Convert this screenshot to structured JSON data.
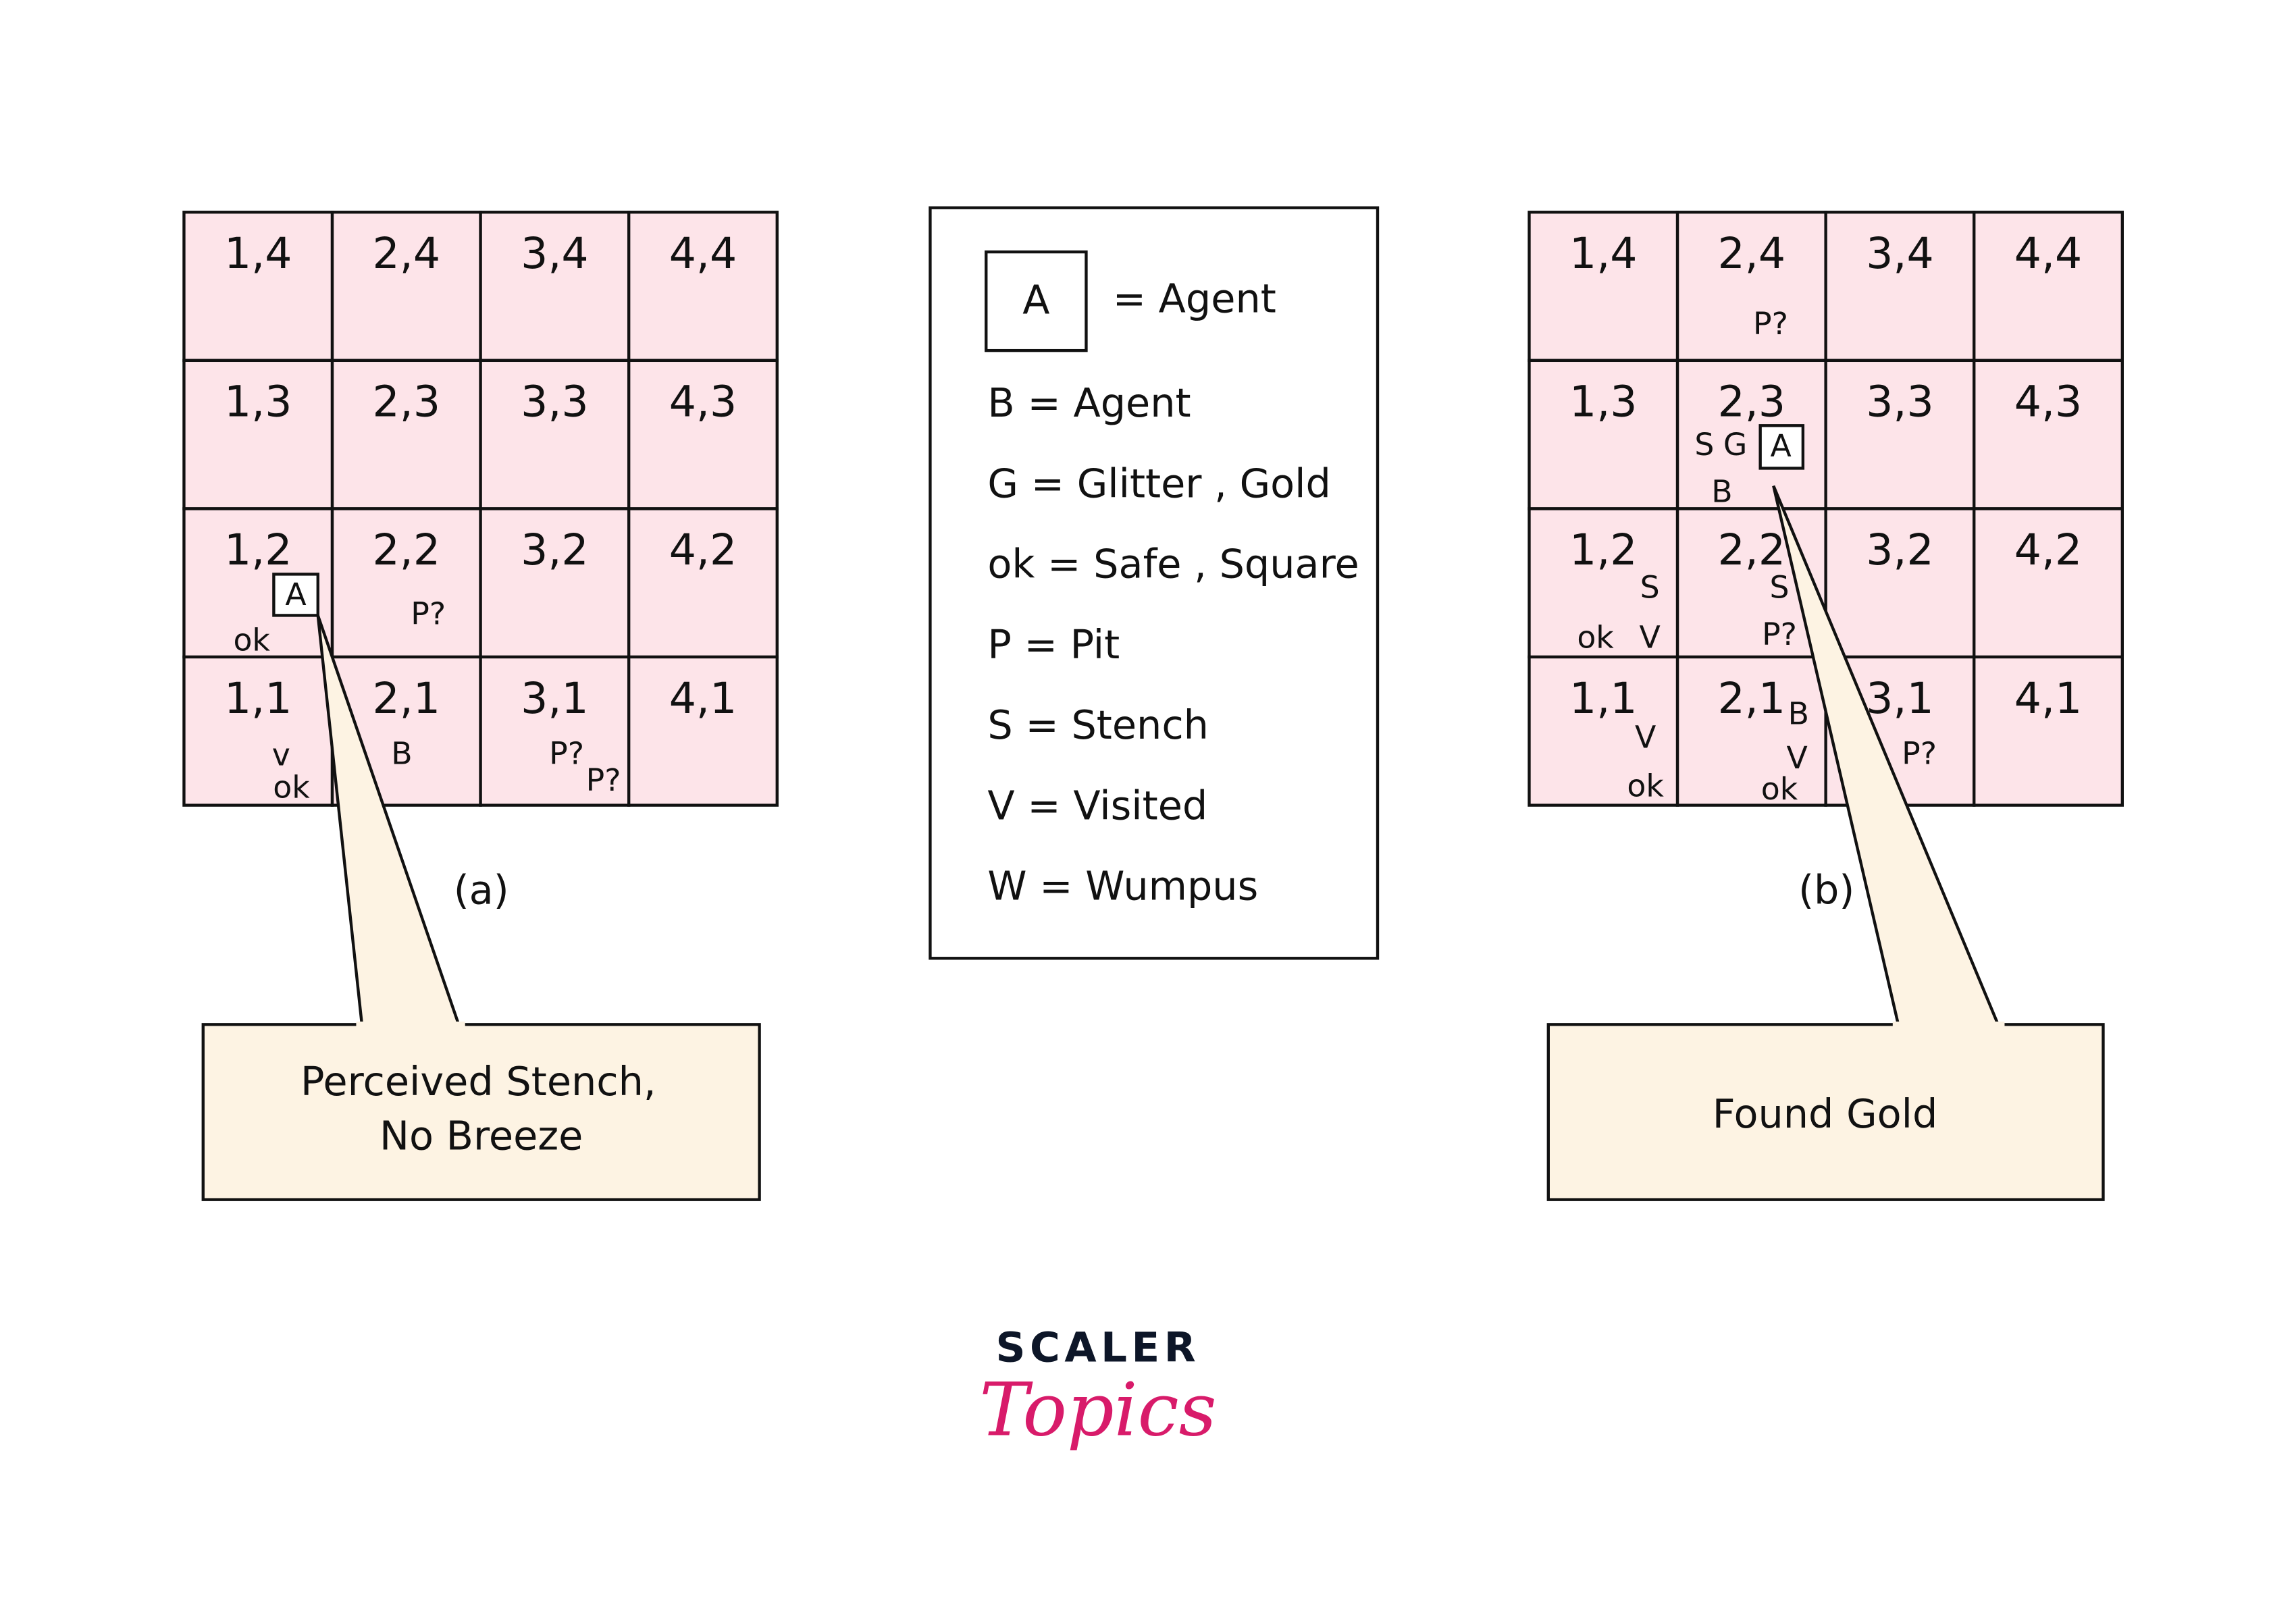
{
  "grid_a": {
    "caption": "(a)",
    "rows": [
      [
        "1,4",
        "2,4",
        "3,4",
        "4,4"
      ],
      [
        "1,3",
        "2,3",
        "3,3",
        "4,3"
      ],
      [
        "1,2",
        "2,2",
        "3,2",
        "4,2"
      ],
      [
        "1,1",
        "2,1",
        "3,1",
        "4,1"
      ]
    ],
    "agent": "A",
    "annotations": {
      "c12_ok": "ok",
      "c22_p": "P?",
      "c11_v": "v",
      "c11_ok": "ok",
      "c21_b": "B",
      "c31_p1": "P?",
      "c31_p2": "P?"
    },
    "callout": [
      "Perceived Stench,",
      "No Breeze"
    ]
  },
  "grid_b": {
    "caption": "(b)",
    "rows": [
      [
        "1,4",
        "2,4",
        "3,4",
        "4,4"
      ],
      [
        "1,3",
        "2,3",
        "3,3",
        "4,3"
      ],
      [
        "1,2",
        "2,2",
        "3,2",
        "4,2"
      ],
      [
        "1,1",
        "2,1",
        "3,1",
        "4,1"
      ]
    ],
    "agent": "A",
    "annotations": {
      "c24_p": "P?",
      "c23_s": "S",
      "c23_g": "G",
      "c23_b": "B",
      "c12_s": "S",
      "c12_ok": "ok",
      "c12_v": "V",
      "c22_s": "S",
      "c22_p": "P?",
      "c11_v": "V",
      "c11_ok": "ok",
      "c21_b": "B",
      "c21_v": "V",
      "c21_ok": "ok",
      "c31_p": "P?"
    },
    "callout": [
      "Found Gold"
    ]
  },
  "legend": {
    "agent_symbol": "A",
    "agent_text": "= Agent",
    "items": [
      "B = Agent",
      "G = Glitter , Gold",
      "ok = Safe , Square",
      "P = Pit",
      "S = Stench",
      "V = Visited",
      "W = Wumpus"
    ]
  },
  "logo": {
    "line1": "SCALER",
    "line2": "Topics"
  },
  "colors": {
    "cell": "#fde4e9",
    "callout": "#fdf3e3",
    "logo_dark": "#0d1628",
    "logo_pink": "#d81b6a"
  }
}
